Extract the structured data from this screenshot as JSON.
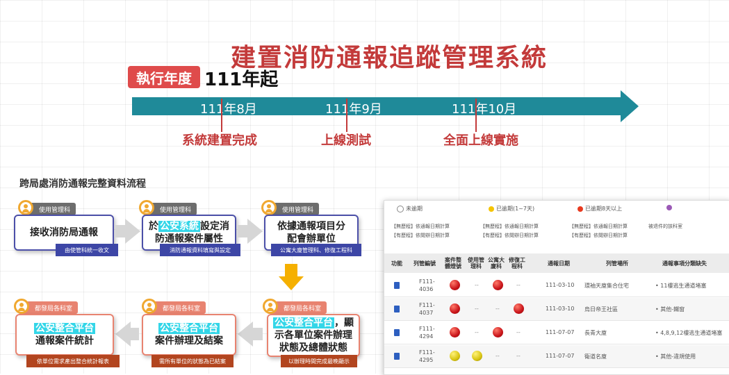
{
  "title": "建置消防通報追蹤管理系統",
  "year_badge": "執行年度",
  "year_text": "111年起",
  "timeline": [
    {
      "date": "111年8月",
      "desc": "系統建置完成"
    },
    {
      "date": "111年9月",
      "desc": "上線測試"
    },
    {
      "date": "111年10月",
      "desc": "全面上線實施"
    }
  ],
  "flow_title": "跨局處消防通報完整資料流程",
  "steps": [
    {
      "tag": "使用管理科",
      "line1": "接收消防局通報",
      "line2": "",
      "sub": "由使管科統一收文"
    },
    {
      "tag": "使用管理科",
      "line1_pre": "於",
      "line1_hl": "公安系統",
      "line1_post": "設定消",
      "line2": "防通報案件屬性",
      "sub": "消防通報資料填寫與設定"
    },
    {
      "tag": "使用管理科",
      "line1": "依據通報項目分",
      "line2": "配會辦單位",
      "sub": "公寓大廈管理科、修復工程科"
    },
    {
      "tag": "都發局各科室",
      "line1_hl": "公安整合平台",
      "line1_post": "，顯",
      "line2": "示各單位案件辦理",
      "line3": "狀態及總體狀態",
      "sub": "以辦理時間完成最晚顯示"
    },
    {
      "tag": "都發局各科室",
      "line1_hl": "公安整合平台",
      "line2": "案件辦理及結案",
      "sub": "需所有單位的狀態為已結案"
    },
    {
      "tag": "都發局各科室",
      "line1_hl": "公安整合平台",
      "line2": "通報案件統計",
      "sub": "依單位需求產出整合統計報表"
    }
  ],
  "legend": [
    {
      "label": "未逾期",
      "color": "#ffffff"
    },
    {
      "label": "已逾期(1~7天)",
      "color": "#f5c400"
    },
    {
      "label": "已逾期8天以上",
      "color": "#e83a1f"
    },
    {
      "label": "",
      "color": "#9b59b6"
    }
  ],
  "legend_notes": [
    [
      "【無歷程】依通報日期計算",
      "【有歷程】依閱辦日期計算"
    ],
    [
      "【無歷程】依通報日期計算",
      "【有歷程】依閱辦日期計算"
    ],
    [
      "【無歷程】依通報日期計算",
      "【有歷程】依閱辦日期計算"
    ],
    [
      "被退件的該科室",
      ""
    ]
  ],
  "table": {
    "headers": [
      "功能",
      "列管編號",
      "案件整體燈號",
      "使用管理科",
      "公寓大廈科",
      "修復工程科",
      "通報日期",
      "列管場所",
      "通報事項分類缺失"
    ],
    "rows": [
      {
        "id1": "F111-",
        "id2": "4036",
        "overall": "red",
        "use": "--",
        "apt": "red",
        "repair": "--",
        "date": "111-03-10",
        "place": "環袖天廈集合住宅",
        "issue": "• 11樓逃生通道堵塞"
      },
      {
        "id1": "F111-",
        "id2": "4037",
        "overall": "red",
        "use": "--",
        "apt": "--",
        "repair": "red",
        "date": "111-03-10",
        "place": "烏日帝王社區",
        "issue": "• 其他-鐵窗"
      },
      {
        "id1": "F111-",
        "id2": "4294",
        "overall": "red",
        "use": "--",
        "apt": "red",
        "repair": "--",
        "date": "111-07-07",
        "place": "長青大廈",
        "issue": "• 4,8,9,12樓逃生通道堵塞"
      },
      {
        "id1": "F111-",
        "id2": "4295",
        "overall": "yellow",
        "use": "yellow",
        "apt": "--",
        "repair": "--",
        "date": "111-07-07",
        "place": "衛道名廈",
        "issue": "• 其他-違規使用"
      }
    ]
  }
}
